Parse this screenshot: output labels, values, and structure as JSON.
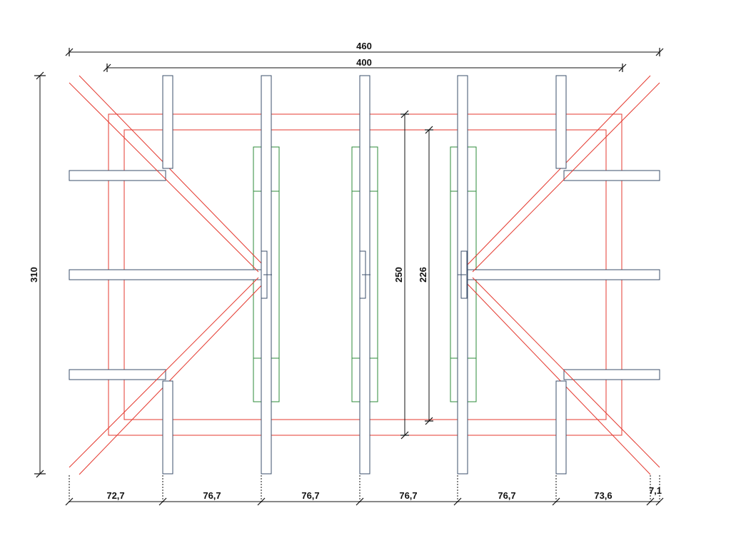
{
  "colors": {
    "hip_rafters": "#e4392f",
    "frame": "#e4392f",
    "beams": "#3b4f6b",
    "panels": "#2e8b3a",
    "dimensions": "#111111"
  },
  "dimensions": {
    "overall_width": "460",
    "inner_width": "400",
    "overall_height": "310",
    "span_outer": "250",
    "span_inner": "226",
    "bottom_segments": [
      "72,7",
      "76,7",
      "76,7",
      "76,7",
      "76,7",
      "73,6"
    ],
    "overhang": "7,1"
  }
}
